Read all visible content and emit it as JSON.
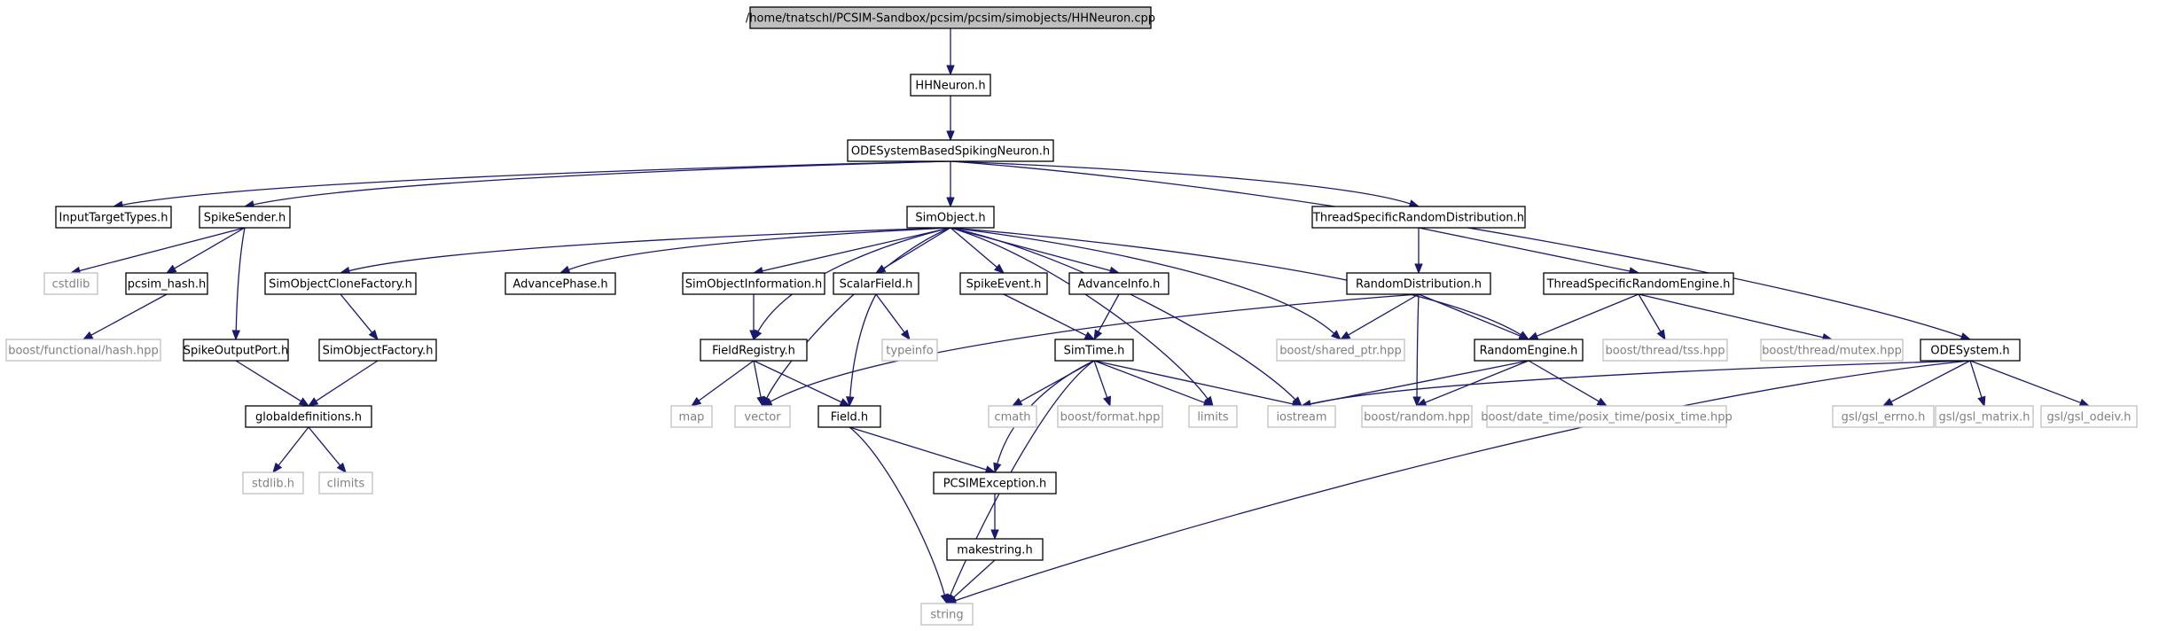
{
  "colors": {
    "edge": "#191970",
    "node_border": "#000000",
    "ext_border": "#bfbfbf",
    "root_fill": "#bfbfbf",
    "node_fill": "#ffffff",
    "ext_text": "#808080",
    "text": "#000000"
  },
  "nodes": [
    {
      "id": "root",
      "label": "/home/tnatschl/PCSIM-Sandbox/pcsim/pcsim/simobjects/HHNeuron.cpp",
      "kind": "root"
    },
    {
      "id": "hhneuron",
      "label": "HHNeuron.h",
      "kind": "file"
    },
    {
      "id": "odessn",
      "label": "ODESystemBasedSpikingNeuron.h",
      "kind": "file"
    },
    {
      "id": "inputtarget",
      "label": "InputTargetTypes.h",
      "kind": "file"
    },
    {
      "id": "spikesender",
      "label": "SpikeSender.h",
      "kind": "file"
    },
    {
      "id": "simobject",
      "label": "SimObject.h",
      "kind": "file"
    },
    {
      "id": "tsrd",
      "label": "ThreadSpecificRandomDistribution.h",
      "kind": "file"
    },
    {
      "id": "cstdlib",
      "label": "cstdlib",
      "kind": "ext"
    },
    {
      "id": "pcsimhash",
      "label": "pcsim_hash.h",
      "kind": "file"
    },
    {
      "id": "socf",
      "label": "SimObjectCloneFactory.h",
      "kind": "file"
    },
    {
      "id": "advphase",
      "label": "AdvancePhase.h",
      "kind": "file"
    },
    {
      "id": "soinfo",
      "label": "SimObjectInformation.h",
      "kind": "file"
    },
    {
      "id": "scalarfield",
      "label": "ScalarField.h",
      "kind": "file"
    },
    {
      "id": "spikeevent",
      "label": "SpikeEvent.h",
      "kind": "file"
    },
    {
      "id": "advinfo",
      "label": "AdvanceInfo.h",
      "kind": "file"
    },
    {
      "id": "randdist",
      "label": "RandomDistribution.h",
      "kind": "file"
    },
    {
      "id": "tsre",
      "label": "ThreadSpecificRandomEngine.h",
      "kind": "file"
    },
    {
      "id": "odesystem",
      "label": "ODESystem.h",
      "kind": "file"
    },
    {
      "id": "boosthash",
      "label": "boost/functional/hash.hpp",
      "kind": "ext"
    },
    {
      "id": "spikeout",
      "label": "SpikeOutputPort.h",
      "kind": "file"
    },
    {
      "id": "sofactory",
      "label": "SimObjectFactory.h",
      "kind": "file"
    },
    {
      "id": "fieldreg",
      "label": "FieldRegistry.h",
      "kind": "file"
    },
    {
      "id": "typeinfo",
      "label": "typeinfo",
      "kind": "ext"
    },
    {
      "id": "simtime",
      "label": "SimTime.h",
      "kind": "file"
    },
    {
      "id": "sharedptr",
      "label": "boost/shared_ptr.hpp",
      "kind": "ext"
    },
    {
      "id": "randengine",
      "label": "RandomEngine.h",
      "kind": "file"
    },
    {
      "id": "tss",
      "label": "boost/thread/tss.hpp",
      "kind": "ext"
    },
    {
      "id": "mutex",
      "label": "boost/thread/mutex.hpp",
      "kind": "ext"
    },
    {
      "id": "globaldefs",
      "label": "globaldefinitions.h",
      "kind": "file"
    },
    {
      "id": "map",
      "label": "map",
      "kind": "ext"
    },
    {
      "id": "vector",
      "label": "vector",
      "kind": "ext"
    },
    {
      "id": "field",
      "label": "Field.h",
      "kind": "file"
    },
    {
      "id": "cmath",
      "label": "cmath",
      "kind": "ext"
    },
    {
      "id": "boostformat",
      "label": "boost/format.hpp",
      "kind": "ext"
    },
    {
      "id": "limits",
      "label": "limits",
      "kind": "ext"
    },
    {
      "id": "iostream",
      "label": "iostream",
      "kind": "ext"
    },
    {
      "id": "boostrandom",
      "label": "boost/random.hpp",
      "kind": "ext"
    },
    {
      "id": "posixtime",
      "label": "boost/date_time/posix_time/posix_time.hpp",
      "kind": "ext"
    },
    {
      "id": "gslerrno",
      "label": "gsl/gsl_errno.h",
      "kind": "ext"
    },
    {
      "id": "gslmatrix",
      "label": "gsl/gsl_matrix.h",
      "kind": "ext"
    },
    {
      "id": "gslodeiv",
      "label": "gsl/gsl_odeiv.h",
      "kind": "ext"
    },
    {
      "id": "stdlib",
      "label": "stdlib.h",
      "kind": "ext"
    },
    {
      "id": "climits",
      "label": "climits",
      "kind": "ext"
    },
    {
      "id": "pcsimexc",
      "label": "PCSIMException.h",
      "kind": "file"
    },
    {
      "id": "makestring",
      "label": "makestring.h",
      "kind": "file"
    },
    {
      "id": "string",
      "label": "string",
      "kind": "ext"
    }
  ],
  "edges": [
    {
      "from": "root",
      "to": "hhneuron"
    },
    {
      "from": "hhneuron",
      "to": "odessn"
    },
    {
      "from": "odessn",
      "to": "inputtarget"
    },
    {
      "from": "odessn",
      "to": "spikesender"
    },
    {
      "from": "odessn",
      "to": "simobject"
    },
    {
      "from": "odessn",
      "to": "tsrd"
    },
    {
      "from": "odessn",
      "to": "odesystem"
    },
    {
      "from": "spikesender",
      "to": "cstdlib"
    },
    {
      "from": "spikesender",
      "to": "pcsimhash"
    },
    {
      "from": "spikesender",
      "to": "spikeout"
    },
    {
      "from": "pcsimhash",
      "to": "boosthash"
    },
    {
      "from": "spikeout",
      "to": "globaldefs"
    },
    {
      "from": "simobject",
      "to": "socf"
    },
    {
      "from": "simobject",
      "to": "advphase"
    },
    {
      "from": "simobject",
      "to": "soinfo"
    },
    {
      "from": "simobject",
      "to": "scalarfield"
    },
    {
      "from": "simobject",
      "to": "spikeevent"
    },
    {
      "from": "simobject",
      "to": "advinfo"
    },
    {
      "from": "simobject",
      "to": "fieldreg"
    },
    {
      "from": "simobject",
      "to": "vector"
    },
    {
      "from": "simobject",
      "to": "limits"
    },
    {
      "from": "simobject",
      "to": "iostream"
    },
    {
      "from": "simobject",
      "to": "sharedptr"
    },
    {
      "from": "simobject",
      "to": "randengine"
    },
    {
      "from": "socf",
      "to": "sofactory"
    },
    {
      "from": "sofactory",
      "to": "globaldefs"
    },
    {
      "from": "globaldefs",
      "to": "stdlib"
    },
    {
      "from": "globaldefs",
      "to": "climits"
    },
    {
      "from": "soinfo",
      "to": "fieldreg"
    },
    {
      "from": "scalarfield",
      "to": "typeinfo"
    },
    {
      "from": "scalarfield",
      "to": "field"
    },
    {
      "from": "spikeevent",
      "to": "simtime"
    },
    {
      "from": "advinfo",
      "to": "simtime"
    },
    {
      "from": "fieldreg",
      "to": "map"
    },
    {
      "from": "fieldreg",
      "to": "vector"
    },
    {
      "from": "fieldreg",
      "to": "field"
    },
    {
      "from": "field",
      "to": "pcsimexc"
    },
    {
      "from": "field",
      "to": "string"
    },
    {
      "from": "simtime",
      "to": "cmath"
    },
    {
      "from": "simtime",
      "to": "boostformat"
    },
    {
      "from": "simtime",
      "to": "limits"
    },
    {
      "from": "simtime",
      "to": "iostream"
    },
    {
      "from": "simtime",
      "to": "pcsimexc"
    },
    {
      "from": "simtime",
      "to": "string"
    },
    {
      "from": "pcsimexc",
      "to": "makestring"
    },
    {
      "from": "makestring",
      "to": "string"
    },
    {
      "from": "tsrd",
      "to": "randdist"
    },
    {
      "from": "tsrd",
      "to": "tsre"
    },
    {
      "from": "randdist",
      "to": "sharedptr"
    },
    {
      "from": "randdist",
      "to": "randengine"
    },
    {
      "from": "randdist",
      "to": "boostrandom"
    },
    {
      "from": "randdist",
      "to": "vector"
    },
    {
      "from": "tsre",
      "to": "randengine"
    },
    {
      "from": "tsre",
      "to": "tss"
    },
    {
      "from": "tsre",
      "to": "mutex"
    },
    {
      "from": "randengine",
      "to": "iostream"
    },
    {
      "from": "randengine",
      "to": "boostrandom"
    },
    {
      "from": "randengine",
      "to": "posixtime"
    },
    {
      "from": "odesystem",
      "to": "iostream"
    },
    {
      "from": "odesystem",
      "to": "gslerrno"
    },
    {
      "from": "odesystem",
      "to": "gslmatrix"
    },
    {
      "from": "odesystem",
      "to": "gslodeiv"
    },
    {
      "from": "odesystem",
      "to": "string"
    }
  ]
}
